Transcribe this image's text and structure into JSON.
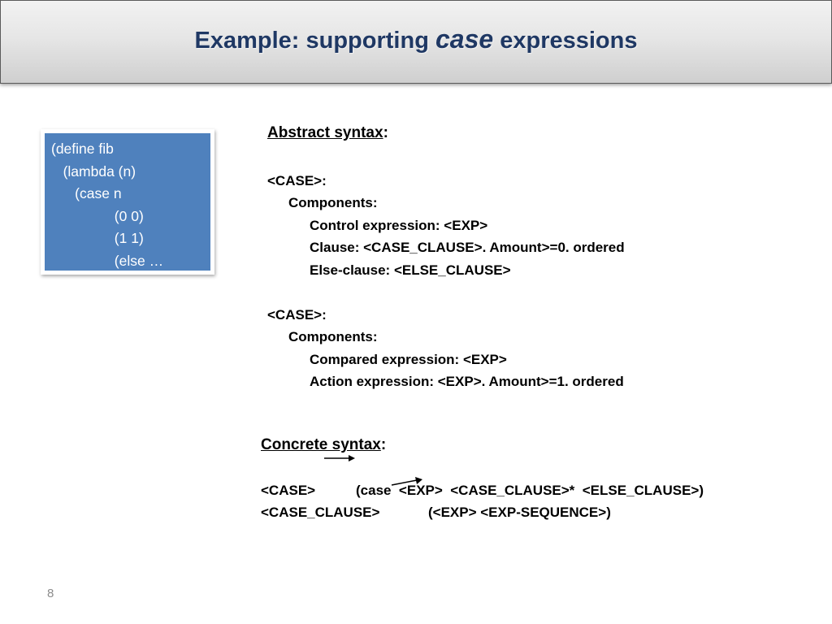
{
  "title": {
    "prefix": "Example: supporting ",
    "emphasis": "case",
    "suffix": " expressions"
  },
  "code_box": {
    "lines": [
      "(define fib",
      "   (lambda (n)",
      "      (case n",
      "                (0 0)",
      "                (1 1)",
      "                (else …"
    ]
  },
  "abstract_syntax": {
    "heading": "Abstract syntax",
    "colon": ":",
    "blocks": [
      {
        "name": "<CASE>:",
        "components_label": "Components:",
        "items": [
          "Control expression: <EXP>",
          "Clause: <CASE_CLAUSE>. Amount>=0. ordered",
          "Else-clause: <ELSE_CLAUSE>"
        ]
      },
      {
        "name": "<CASE>:",
        "components_label": "Components:",
        "items": [
          "Compared expression: <EXP>",
          "Action expression: <EXP>. Amount>=1. ordered"
        ]
      }
    ]
  },
  "concrete_syntax": {
    "heading": "Concrete syntax",
    "colon": ":",
    "rules": [
      {
        "lhs": "<CASE>",
        "rhs": "(case  <EXP>  <CASE_CLAUSE>*  <ELSE_CLAUSE>)"
      },
      {
        "lhs": "<CASE_CLAUSE>",
        "rhs": "(<EXP> <EXP-SEQUENCE>)"
      }
    ]
  },
  "page_number": "8"
}
